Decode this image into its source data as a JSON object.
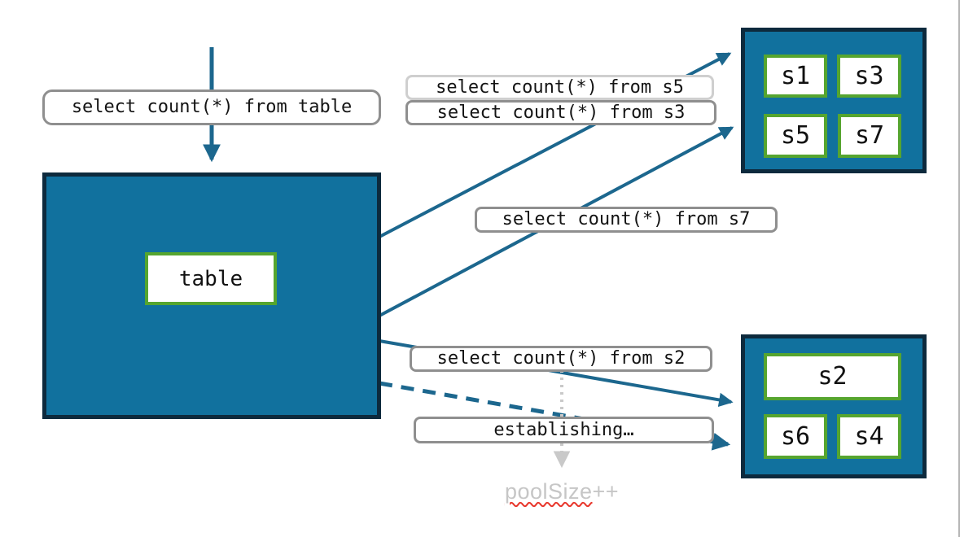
{
  "diagram": {
    "title_hint": "fan-out of count query from table to shards",
    "labels": {
      "query_table": "select count(*) from table",
      "query_s5": "select count(*) from s5",
      "query_s3": "select count(*) from s3",
      "query_s7": "select count(*) from s7",
      "query_s2": "select count(*) from s2",
      "establishing": "establishing…",
      "pool_size_word": "poolSize",
      "pool_size_suffix": "++"
    },
    "nodes": {
      "table": {
        "label": "table"
      },
      "pool_top": {
        "shards": [
          "s1",
          "s3",
          "s5",
          "s7"
        ]
      },
      "pool_bottom": {
        "shards": [
          "s2",
          "s6",
          "s4"
        ]
      }
    },
    "arrows": [
      {
        "name": "incoming-query",
        "style": "solid",
        "from": "top",
        "to": "table-node"
      },
      {
        "name": "table-to-top-pool-upper",
        "style": "solid",
        "from": "table-node",
        "to": "top-pool"
      },
      {
        "name": "table-to-top-pool-lower",
        "style": "solid",
        "from": "table-node",
        "to": "top-pool"
      },
      {
        "name": "table-to-bottom-pool-s2",
        "style": "solid",
        "from": "table-node",
        "to": "bottom-pool"
      },
      {
        "name": "table-to-bottom-pool-establishing",
        "style": "dashed",
        "from": "table-node",
        "to": "bottom-pool"
      },
      {
        "name": "poolsize-increment",
        "style": "dotted",
        "from": "query-s2-label",
        "to": "poolsize-text"
      }
    ],
    "colors": {
      "node_fill": "#11719e",
      "node_border": "#0d2a3d",
      "slot_border_green": "#56a52f",
      "arrow_teal": "#1c678e",
      "pill_border": "#8f8f8f",
      "pill_border_light": "#cfcfcf",
      "muted_gray": "#c6c6c6",
      "spellcheck_red": "#e8372c"
    }
  }
}
